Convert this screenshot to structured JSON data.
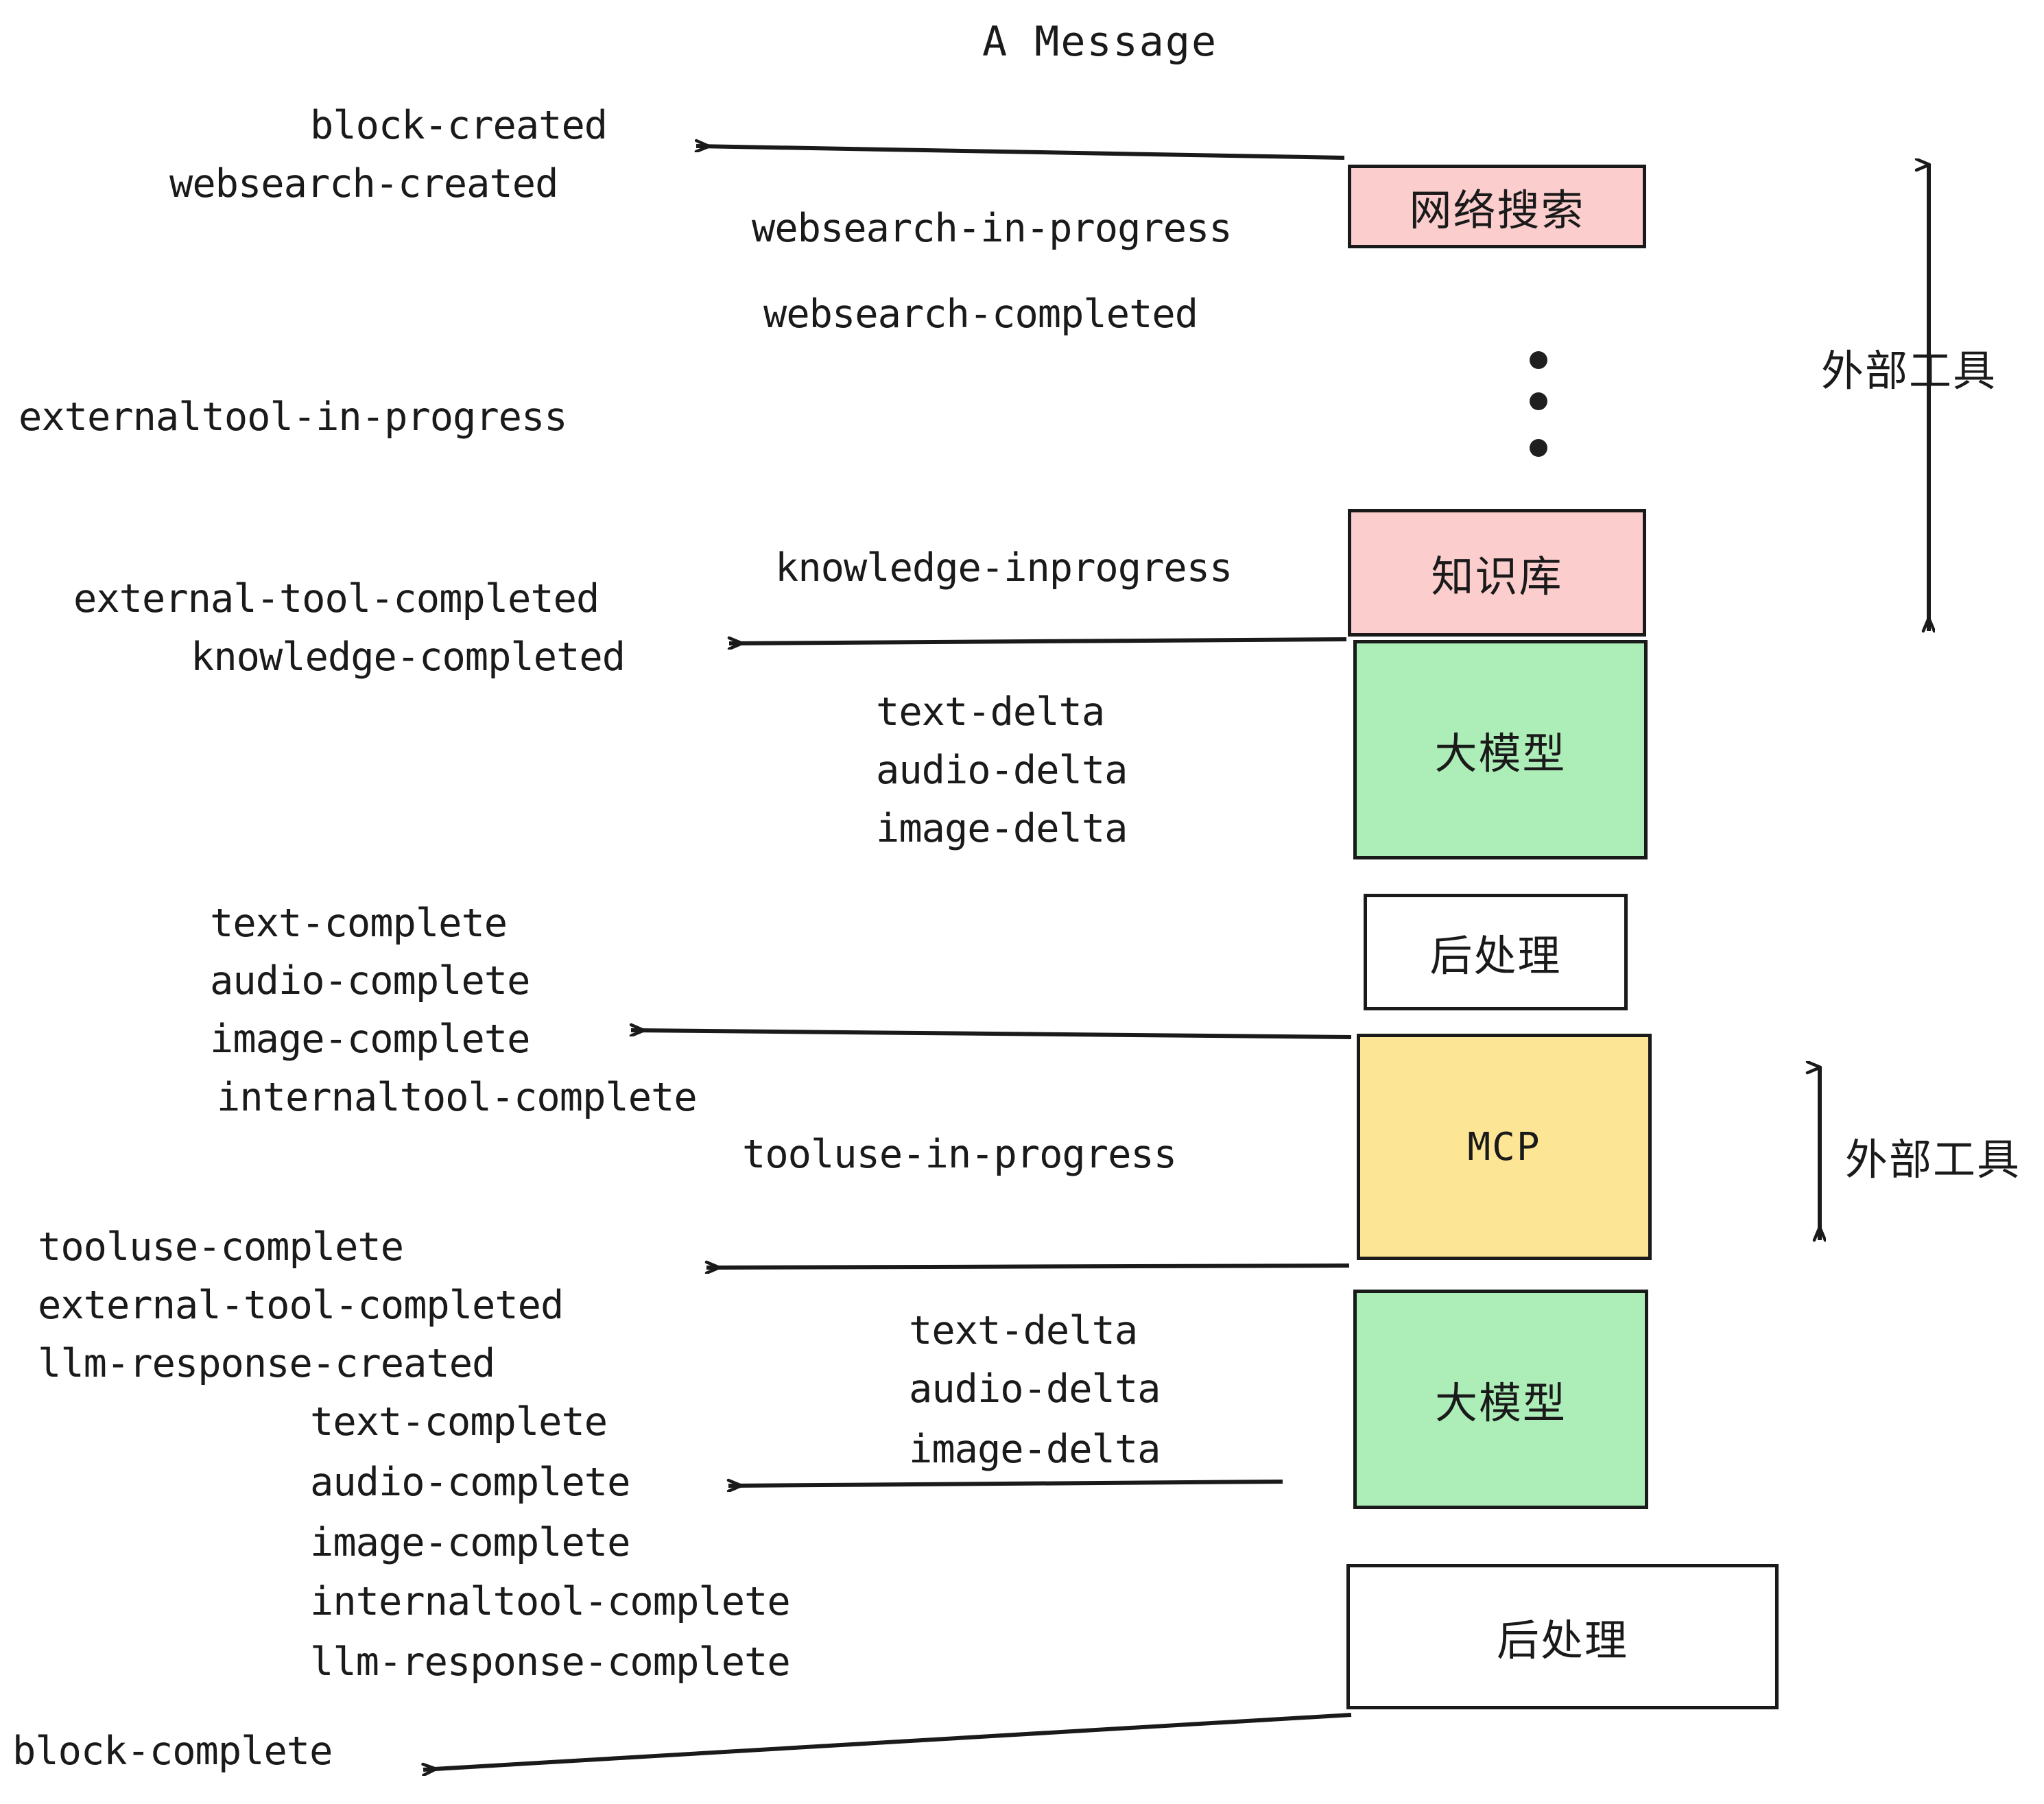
{
  "diagram": {
    "title": "A Message",
    "events": [
      {
        "id": "block-created",
        "text": "block-created"
      },
      {
        "id": "websearch-created",
        "text": "websearch-created"
      },
      {
        "id": "websearch-in-progress",
        "text": "websearch-in-progress"
      },
      {
        "id": "websearch-completed",
        "text": "websearch-completed"
      },
      {
        "id": "externaltool-in-progress",
        "text": "externaltool-in-progress"
      },
      {
        "id": "knowledge-inprogress",
        "text": "knowledge-inprogress"
      },
      {
        "id": "external-tool-completed-1",
        "text": "external-tool-completed"
      },
      {
        "id": "knowledge-completed",
        "text": "knowledge-completed"
      },
      {
        "id": "text-delta-1",
        "text": "text-delta"
      },
      {
        "id": "audio-delta-1",
        "text": "audio-delta"
      },
      {
        "id": "image-delta-1",
        "text": "image-delta"
      },
      {
        "id": "text-complete-1",
        "text": "text-complete"
      },
      {
        "id": "audio-complete-1",
        "text": "audio-complete"
      },
      {
        "id": "image-complete-1",
        "text": "image-complete"
      },
      {
        "id": "internaltool-complete-1",
        "text": "internaltool-complete"
      },
      {
        "id": "tooluse-in-progress",
        "text": "tooluse-in-progress"
      },
      {
        "id": "tooluse-complete",
        "text": "tooluse-complete"
      },
      {
        "id": "external-tool-completed-2",
        "text": "external-tool-completed"
      },
      {
        "id": "llm-response-created",
        "text": "llm-response-created"
      },
      {
        "id": "text-complete-2",
        "text": "text-complete"
      },
      {
        "id": "text-delta-2",
        "text": "text-delta"
      },
      {
        "id": "audio-delta-2",
        "text": "audio-delta"
      },
      {
        "id": "image-delta-2",
        "text": "image-delta"
      },
      {
        "id": "audio-complete-2",
        "text": "audio-complete"
      },
      {
        "id": "image-complete-2",
        "text": "image-complete"
      },
      {
        "id": "internaltool-complete-2",
        "text": "internaltool-complete"
      },
      {
        "id": "llm-response-complete",
        "text": "llm-response-complete"
      },
      {
        "id": "block-complete",
        "text": "block-complete"
      }
    ],
    "nodes": [
      {
        "id": "websearch",
        "label": "网络搜索",
        "color": "#fbcdcd"
      },
      {
        "id": "knowledge-base",
        "label": "知识库",
        "color": "#fbcdcd"
      },
      {
        "id": "llm-1",
        "label": "大模型",
        "color": "#adeeb8"
      },
      {
        "id": "postprocess-1",
        "label": "后处理",
        "color": "#ffffff"
      },
      {
        "id": "mcp",
        "label": "MCP",
        "color": "#fce695"
      },
      {
        "id": "llm-2",
        "label": "大模型",
        "color": "#adeeb8"
      },
      {
        "id": "postprocess-2",
        "label": "后处理",
        "color": "#ffffff"
      }
    ],
    "annotations": [
      {
        "id": "external-tools-top",
        "label": "外部工具"
      },
      {
        "id": "external-tools-bottom",
        "label": "外部工具"
      }
    ],
    "ellipsis_dots": 3,
    "colors": {
      "pink": "#fbcdcd",
      "green": "#adeeb8",
      "yellow": "#fce695",
      "white": "#ffffff",
      "stroke": "#1a1a1a",
      "background": "#ffffff"
    }
  }
}
